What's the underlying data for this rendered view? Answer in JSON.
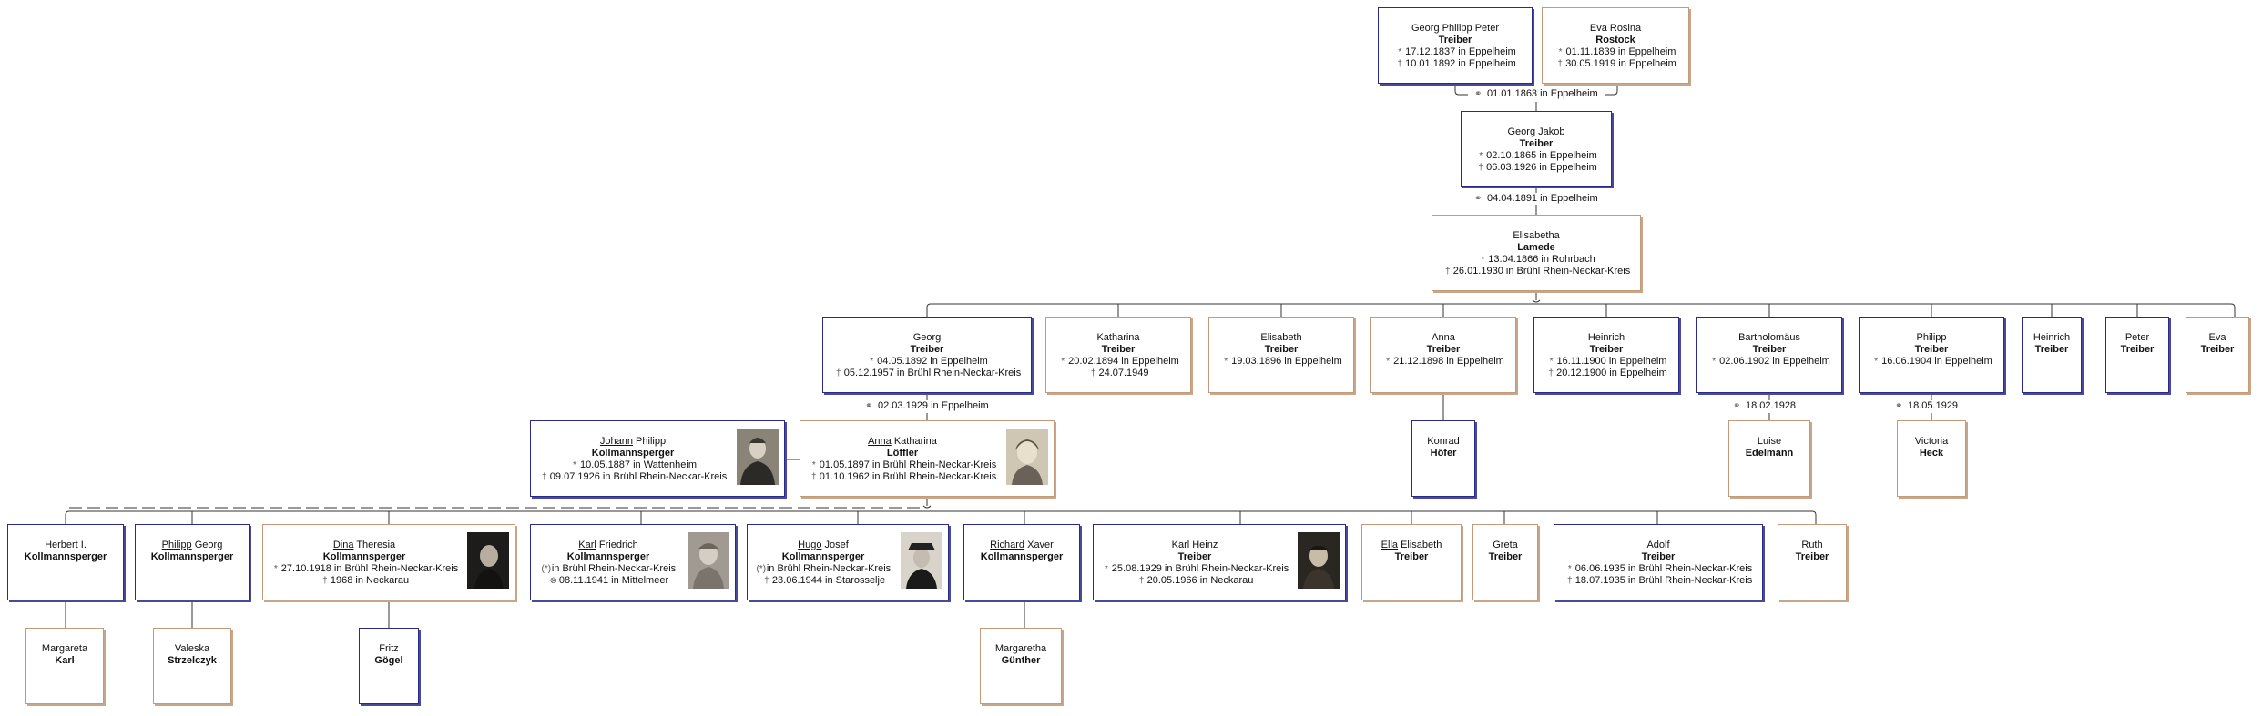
{
  "people": {
    "georg_philipp_peter": {
      "given": "Georg Philipp Peter",
      "surname": "Treiber",
      "events": [
        {
          "s": "*",
          "t": "17.12.1837 in Eppelheim"
        },
        {
          "s": "†",
          "t": "10.01.1892 in Eppelheim"
        }
      ]
    },
    "eva_rosina": {
      "given": "Eva Rosina",
      "surname": "Rostock",
      "events": [
        {
          "s": "*",
          "t": "01.11.1839 in Eppelheim"
        },
        {
          "s": "†",
          "t": "30.05.1919 in Eppelheim"
        }
      ]
    },
    "georg_jakob": {
      "given_pre": "Georg ",
      "given_call": "Jakob",
      "surname": "Treiber",
      "events": [
        {
          "s": "*",
          "t": "02.10.1865 in Eppelheim"
        },
        {
          "s": "†",
          "t": "06.03.1926 in Eppelheim"
        }
      ]
    },
    "elisabetha": {
      "given": "Elisabetha",
      "surname": "Lamede",
      "events": [
        {
          "s": "*",
          "t": "13.04.1866 in Rohrbach"
        },
        {
          "s": "†",
          "t": "26.01.1930 in Brühl Rhein-Neckar-Kreis"
        }
      ]
    },
    "georg": {
      "given": "Georg",
      "surname": "Treiber",
      "events": [
        {
          "s": "*",
          "t": "04.05.1892 in Eppelheim"
        },
        {
          "s": "†",
          "t": "05.12.1957 in Brühl Rhein-Neckar-Kreis"
        }
      ]
    },
    "katharina": {
      "given": "Katharina",
      "surname": "Treiber",
      "events": [
        {
          "s": "*",
          "t": "20.02.1894 in Eppelheim"
        },
        {
          "s": "†",
          "t": "24.07.1949"
        }
      ]
    },
    "elisabeth": {
      "given": "Elisabeth",
      "surname": "Treiber",
      "events": [
        {
          "s": "*",
          "t": "19.03.1896 in Eppelheim"
        }
      ]
    },
    "anna": {
      "given": "Anna",
      "surname": "Treiber",
      "events": [
        {
          "s": "*",
          "t": "21.12.1898 in Eppelheim"
        }
      ]
    },
    "heinrich1": {
      "given": "Heinrich",
      "surname": "Treiber",
      "events": [
        {
          "s": "*",
          "t": "16.11.1900 in Eppelheim"
        },
        {
          "s": "†",
          "t": "20.12.1900 in Eppelheim"
        }
      ]
    },
    "bartholomaus": {
      "given": "Bartholomäus",
      "surname": "Treiber",
      "events": [
        {
          "s": "*",
          "t": "02.06.1902 in Eppelheim"
        }
      ]
    },
    "philipp": {
      "given": "Philipp",
      "surname": "Treiber",
      "events": [
        {
          "s": "*",
          "t": "16.06.1904 in Eppelheim"
        }
      ]
    },
    "heinrich2": {
      "given": "Heinrich",
      "surname": "Treiber",
      "events": []
    },
    "peter": {
      "given": "Peter",
      "surname": "Treiber",
      "events": []
    },
    "eva": {
      "given": "Eva",
      "surname": "Treiber",
      "events": []
    },
    "johann_philipp": {
      "given_call": "Johann",
      "given_post": " Philipp",
      "surname": "Kollmannsperger",
      "events": [
        {
          "s": "*",
          "t": "10.05.1887 in Wattenheim"
        },
        {
          "s": "†",
          "t": "09.07.1926 in Brühl Rhein-Neckar-Kreis"
        }
      ]
    },
    "anna_katharina": {
      "given_call": "Anna",
      "given_post": " Katharina",
      "surname": "Löffler",
      "events": [
        {
          "s": "*",
          "t": "01.05.1897 in Brühl Rhein-Neckar-Kreis"
        },
        {
          "s": "†",
          "t": "01.10.1962 in Brühl Rhein-Neckar-Kreis"
        }
      ]
    },
    "konrad": {
      "given": "Konrad",
      "surname": "Höfer",
      "events": []
    },
    "luise": {
      "given": "Luise",
      "surname": "Edelmann",
      "events": []
    },
    "victoria": {
      "given": "Victoria",
      "surname": "Heck",
      "events": []
    },
    "herbert": {
      "given": "Herbert I.",
      "surname": "Kollmannsperger",
      "events": []
    },
    "philipp_georg": {
      "given_call": "Philipp",
      "given_post": " Georg",
      "surname": "Kollmannsperger",
      "events": []
    },
    "dina": {
      "given_call": "Dina",
      "given_post": " Theresia",
      "surname": "Kollmannsperger",
      "events": [
        {
          "s": "*",
          "t": "27.10.1918 in Brühl Rhein-Neckar-Kreis"
        },
        {
          "s": "†",
          "t": "1968 in Neckarau"
        }
      ]
    },
    "karl_friedrich": {
      "given_call": "Karl",
      "given_post": " Friedrich",
      "surname": "Kollmannsperger",
      "events": [
        {
          "s": "(*)",
          "t": "in Brühl Rhein-Neckar-Kreis"
        },
        {
          "s": "⊗",
          "t": "08.11.1941 in Mittelmeer"
        }
      ]
    },
    "hugo": {
      "given_call": "Hugo",
      "given_post": " Josef",
      "surname": "Kollmannsperger",
      "events": [
        {
          "s": "(*)",
          "t": "in Brühl Rhein-Neckar-Kreis"
        },
        {
          "s": "†",
          "t": "23.06.1944 in Starosselje"
        }
      ]
    },
    "richard": {
      "given_call": "Richard",
      "given_post": " Xaver",
      "surname": "Kollmannsperger",
      "events": []
    },
    "karl_heinz": {
      "given": "Karl Heinz",
      "surname": "Treiber",
      "events": [
        {
          "s": "*",
          "t": "25.08.1929 in Brühl Rhein-Neckar-Kreis"
        },
        {
          "s": "†",
          "t": "20.05.1966 in Neckarau"
        }
      ]
    },
    "ella": {
      "given_call": "Ella",
      "given_post": " Elisabeth",
      "surname": "Treiber",
      "events": []
    },
    "greta": {
      "given": "Greta",
      "surname": "Treiber",
      "events": []
    },
    "adolf": {
      "given": "Adolf",
      "surname": "Treiber",
      "events": [
        {
          "s": "*",
          "t": "06.06.1935 in Brühl Rhein-Neckar-Kreis"
        },
        {
          "s": "†",
          "t": "18.07.1935 in Brühl Rhein-Neckar-Kreis"
        }
      ]
    },
    "ruth": {
      "given": "Ruth",
      "surname": "Treiber",
      "events": []
    },
    "margareta": {
      "given": "Margareta",
      "surname": "Karl",
      "events": []
    },
    "valeska": {
      "given": "Valeska",
      "surname": "Strzelczyk",
      "events": []
    },
    "fritz": {
      "given": "Fritz",
      "surname": "Gögel",
      "events": []
    },
    "margaretha": {
      "given": "Margaretha",
      "surname": "Günther",
      "events": []
    }
  },
  "marriages": {
    "m1": {
      "symbol": "⚭",
      "text": "01.01.1863 in Eppelheim"
    },
    "m2": {
      "symbol": "⚭",
      "text": "04.04.1891 in Eppelheim"
    },
    "m3": {
      "symbol": "⚭",
      "text": "02.03.1929 in Eppelheim"
    },
    "m4": {
      "symbol": "⚭",
      "text": "18.02.1928"
    },
    "m5": {
      "symbol": "⚭",
      "text": "18.05.1929"
    }
  },
  "colors": {
    "male_border": "#2a2a8c",
    "female_border": "#c49a7a",
    "line": "#333333"
  }
}
